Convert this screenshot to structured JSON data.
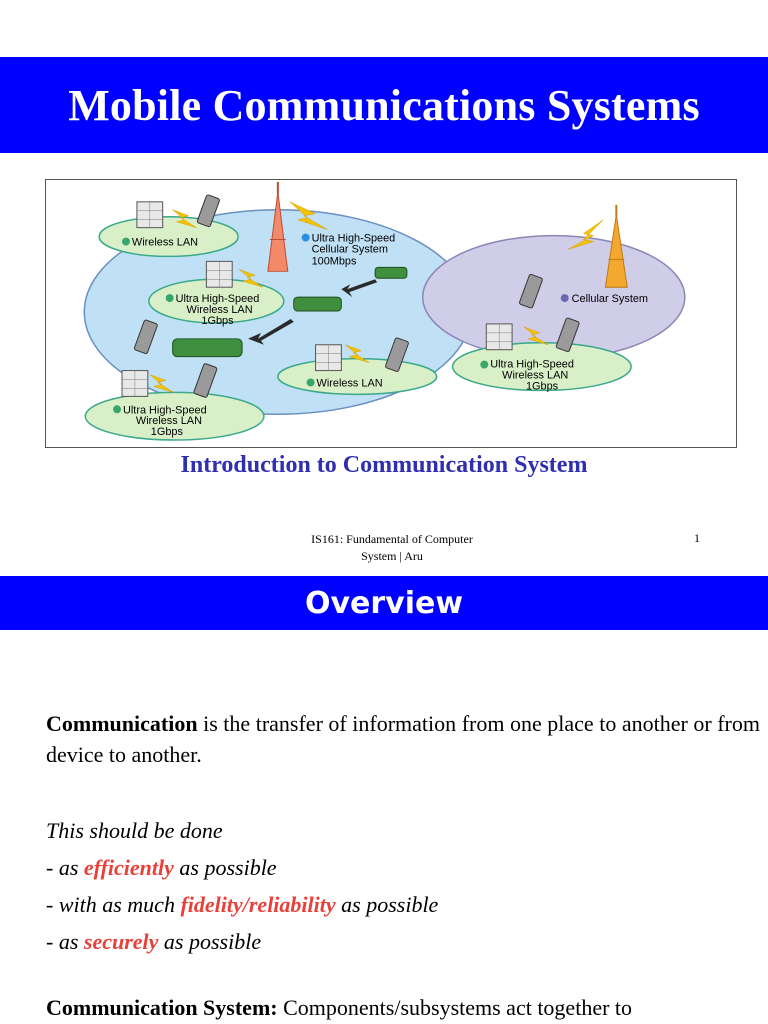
{
  "slide1": {
    "title": "Mobile Communications Systems",
    "diagram": {
      "labels": {
        "wireless_lan_top": "Wireless LAN",
        "cellular_line1": "Ultra High-Speed",
        "cellular_line2": "Cellular System",
        "cellular_line3": "100Mbps",
        "uhs_lan_mid_line1": "Ultra High-Speed",
        "uhs_lan_mid_line2": "Wireless LAN",
        "uhs_lan_mid_line3": "1Gbps",
        "cellular_system": "Cellular System",
        "uhs_lan_right_line1": "Ultra High-Speed",
        "uhs_lan_right_line2": "Wireless LAN",
        "uhs_lan_right_line3": "1Gbps",
        "wireless_lan_bottom": "Wireless LAN",
        "uhs_lan_left_line1": "Ultra High-Speed",
        "uhs_lan_left_line2": "Wireless LAN",
        "uhs_lan_left_line3": "1Gbps"
      }
    },
    "subtitle": "Introduction to Communication System",
    "footer_course_line1": "IS161: Fundamental of Computer",
    "footer_course_line2": "System | Aru",
    "page_number": "1"
  },
  "slide2": {
    "heading": "Overview",
    "definition_term": "Communication",
    "definition_rest": " is the transfer of information from one place to another or from device to another.",
    "intro_line": "This should be done",
    "items": [
      {
        "prefix": "- as ",
        "highlight": "efficiently",
        "suffix": " as possible"
      },
      {
        "prefix": "- with as much ",
        "highlight": "fidelity/reliability",
        "suffix": " as possible"
      },
      {
        "prefix": "- as ",
        "highlight": "securely",
        "suffix": " as possible"
      }
    ],
    "comm_system_term": "Communication System:",
    "comm_system_rest": " Components/subsystems act together to"
  },
  "colors": {
    "band_blue": "#0000ff",
    "subtitle_blue": "#2f2fb0",
    "highlight_red": "#e8413a",
    "lan_green": "#d9efc8",
    "cell_blue": "#bfe0f5",
    "cellular_lavender": "#cfcde8"
  }
}
